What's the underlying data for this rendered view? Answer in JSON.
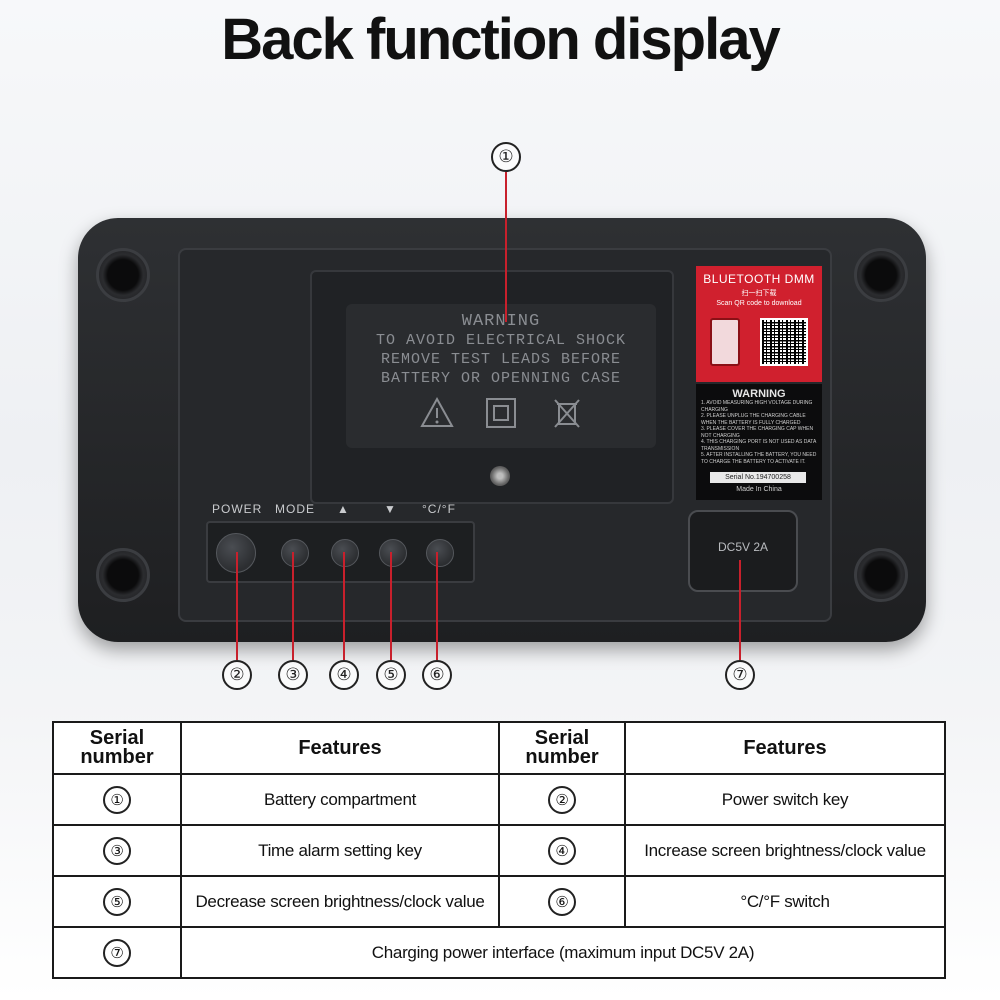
{
  "title": "Back function display",
  "callouts": {
    "c1": "①",
    "c2": "②",
    "c3": "③",
    "c4": "④",
    "c5": "⑤",
    "c6": "⑥",
    "c7": "⑦"
  },
  "device": {
    "warning_plate": {
      "title": "WARNING",
      "lines": [
        "TO AVOID ELECTRICAL SHOCK",
        "REMOVE TEST LEADS BEFORE",
        "BATTERY OR OPENNING CASE"
      ]
    },
    "button_labels": [
      "POWER",
      "MODE",
      "▲",
      "▼",
      "°C/°F"
    ],
    "red_label": {
      "title": "BLUETOOTH DMM",
      "sub1": "扫一扫下载",
      "sub2": "Scan QR code to download"
    },
    "black_label": {
      "title": "WARNING",
      "lines": [
        "1. AVOID MEASURING HIGH VOLTAGE DURING CHARGING",
        "2. PLEASE UNPLUG THE CHARGING CABLE WHEN THE BATTERY IS FULLY CHARGED",
        "3. PLEASE COVER THE CHARGING CAP WHEN NOT CHARGING",
        "4. THIS CHARGING PORT IS NOT USED AS DATA TRANSMISSION",
        "5. AFTER INSTALLING THE BATTERY, YOU NEED TO CHARGE THE BATTERY TO ACTIVATE IT."
      ],
      "serial": "Serial No.194700258",
      "made_in": "Made In China"
    },
    "dc_port_label": "DC5V 2A"
  },
  "table": {
    "headers": {
      "serial_a": "Serial number",
      "features_a": "Features",
      "serial_b": "Serial number",
      "features_b": "Features"
    },
    "rows": [
      {
        "n1": "①",
        "f1": "Battery compartment",
        "n2": "②",
        "f2": "Power switch key"
      },
      {
        "n1": "③",
        "f1": "Time alarm setting key",
        "n2": "④",
        "f2": "Increase screen brightness/clock value"
      },
      {
        "n1": "⑤",
        "f1": "Decrease screen brightness/clock value",
        "n2": "⑥",
        "f2": "°C/°F switch"
      }
    ],
    "last_row": {
      "n": "⑦",
      "f": "Charging power interface (maximum input DC5V 2A)"
    }
  },
  "colors": {
    "leader_lines": "#c8202c",
    "red_label": "#d0202e",
    "device_body": "#232528"
  }
}
